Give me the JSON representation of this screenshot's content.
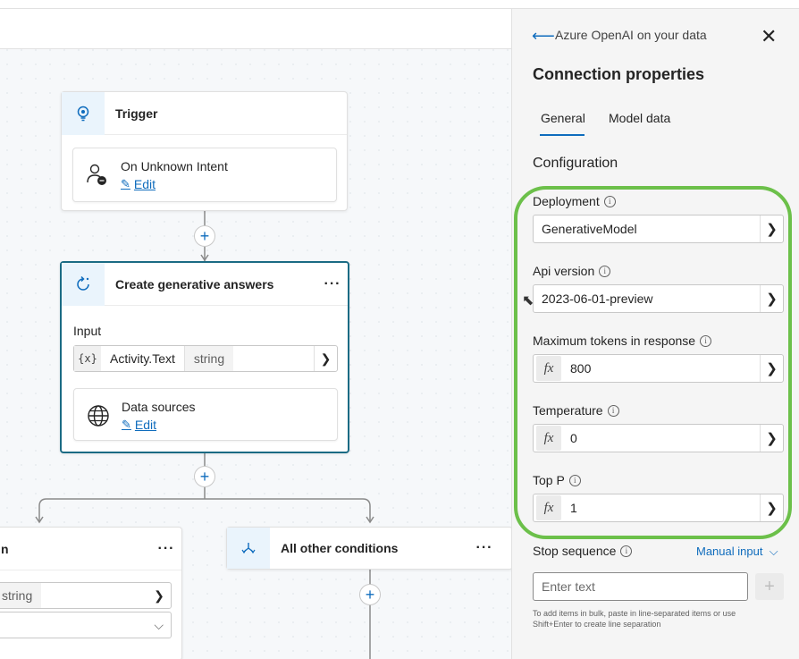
{
  "canvas": {
    "trigger": {
      "title": "Trigger",
      "card_title": "On Unknown Intent",
      "edit_label": "Edit"
    },
    "generative": {
      "title": "Create generative answers",
      "more": "···",
      "input_label": "Input",
      "input_chip": "{x}",
      "input_value": "Activity.Text",
      "input_type": "string",
      "data_sources_title": "Data sources",
      "edit_label": "Edit"
    },
    "left_condition": {
      "title_fragment": "n",
      "more": "···",
      "type": "string"
    },
    "other_conditions": {
      "title": "All other conditions",
      "more": "···"
    },
    "add_symbol": "+"
  },
  "panel": {
    "breadcrumb": "Azure OpenAI on your data",
    "title": "Connection properties",
    "tabs": [
      {
        "label": "General",
        "active": true
      },
      {
        "label": "Model data",
        "active": false
      }
    ],
    "section_title": "Configuration",
    "fields": [
      {
        "label": "Deployment",
        "value": "GenerativeModel",
        "formula": false
      },
      {
        "label": "Api version",
        "value": "2023-06-01-preview",
        "formula": false
      },
      {
        "label": "Maximum tokens in response",
        "value": "800",
        "formula": true
      },
      {
        "label": "Temperature",
        "value": "0",
        "formula": true
      },
      {
        "label": "Top P",
        "value": "1",
        "formula": true
      }
    ],
    "formula_symbol": "fx",
    "stop_sequence": {
      "label": "Stop sequence",
      "mode": "Manual input",
      "placeholder": "Enter text",
      "hint": "To add items in bulk, paste in line-separated items or use Shift+Enter to create line separation"
    }
  },
  "colors": {
    "accent": "#0f6cbd",
    "highlight_outline": "#6cc04a",
    "selected_node_border": "#1b6b84"
  }
}
